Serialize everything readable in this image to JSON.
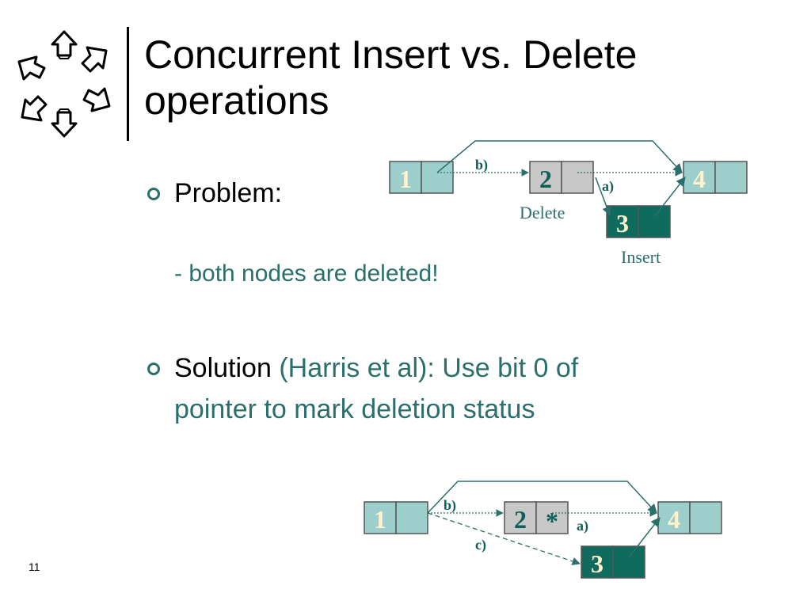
{
  "title": {
    "line1": "Concurrent Insert vs. Delete",
    "line2": "operations"
  },
  "bullets": [
    {
      "label": "Problem:",
      "detail": "- both nodes are deleted!"
    },
    {
      "label": "Solution",
      "rest_line1": " (Harris et al): Use bit 0 of",
      "line2": "pointer to mark deletion status"
    }
  ],
  "slide_number": "11",
  "diagram_top": {
    "nodes": [
      "1",
      "2",
      "3",
      "4"
    ],
    "edge_labels": {
      "a": "a)",
      "b": "b)"
    },
    "captions": {
      "delete": "Delete",
      "insert": "Insert"
    }
  },
  "diagram_bottom": {
    "nodes": [
      "1",
      "2",
      "3",
      "4"
    ],
    "mark": "*",
    "edge_labels": {
      "a": "a)",
      "b": "b)",
      "c": "c)"
    }
  },
  "colors": {
    "node_fill": "#9ccfcb",
    "deleted_node_fill": "#c8c8c8",
    "inserted_node_fill": "#0f6b5e",
    "node_label": "#fff2cc",
    "dark_label": "#0f5f58",
    "teal_text": "#2b6f6c"
  }
}
